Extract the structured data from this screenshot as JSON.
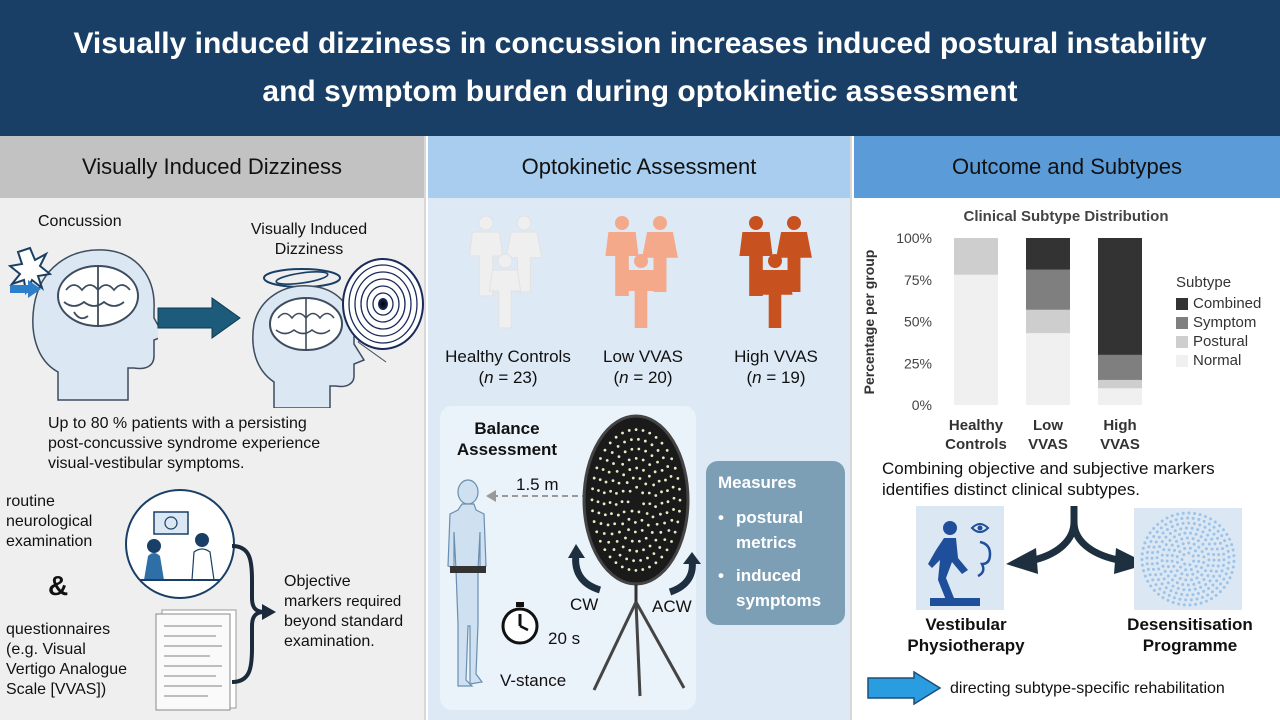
{
  "title": {
    "line1": "Visually induced dizziness in concussion increases induced postural instability",
    "line2": "and symptom burden during optokinetic assessment"
  },
  "col1": {
    "header": "Visually Induced Dizziness",
    "concussion_label": "Concussion",
    "vid_label_line1": "Visually Induced",
    "vid_label_line2": "Dizziness",
    "stat_text_line1": "Up to 80 % patients with a persisting",
    "stat_text_line2": "post-concussive syndrome experience",
    "stat_text_line3": "visual-vestibular symptoms.",
    "exam_line1": "routine",
    "exam_line2": "neurological",
    "exam_line3": "examination",
    "ampersand": "&",
    "quest_line1": "questionnaires",
    "quest_line2": "(e.g. Visual",
    "quest_line3": "Vertigo Analogue",
    "quest_line4": "Scale [VVAS])",
    "objective_line1": "Objective",
    "objective_line2a": "markers ",
    "objective_line2b": "required",
    "objective_line3": "beyond standard",
    "objective_line4": "examination."
  },
  "col2": {
    "header": "Optokinetic Assessment",
    "groups": [
      {
        "label": "Healthy Controls",
        "n_prefix": "(",
        "n_italic": "n",
        "n_suffix": " = 23)"
      },
      {
        "label": "Low VVAS",
        "n_prefix": "(",
        "n_italic": "n",
        "n_suffix": " = 20)"
      },
      {
        "label": "High VVAS",
        "n_prefix": "(",
        "n_italic": "n",
        "n_suffix": " = 19)"
      }
    ],
    "group_colors": [
      "#efefef",
      "#f3a98a",
      "#c8521f"
    ],
    "balance_line1": "Balance",
    "balance_line2": "Assessment",
    "distance": "1.5 m",
    "cw": "CW",
    "acw": "ACW",
    "time": "20 s",
    "stance": "V-stance",
    "measures_title": "Measures",
    "measures": [
      {
        "line1": "postural",
        "line2": "metrics"
      },
      {
        "line1": "induced",
        "line2": "symptoms"
      }
    ]
  },
  "col3": {
    "header": "Outcome and Subtypes",
    "combine_line1": "Combining objective and subjective markers",
    "combine_line2": "identifies distinct clinical subtypes.",
    "physio_line1": "Vestibular",
    "physio_line2": "Physiotherapy",
    "desens_line1": "Desensitisation",
    "desens_line2": "Programme",
    "directing": "directing subtype-specific rehabilitation"
  },
  "chart_data": {
    "type": "bar",
    "stacked": true,
    "title": "Clinical Subtype Distribution",
    "ylabel": "Percentage per group",
    "xlabel": "",
    "categories": [
      [
        "Healthy",
        "Controls"
      ],
      [
        "Low",
        "VVAS"
      ],
      [
        "High",
        "VVAS"
      ]
    ],
    "ylim": [
      0,
      100
    ],
    "yticks": [
      "0%",
      "25%",
      "50%",
      "75%",
      "100%"
    ],
    "legend_title": "Subtype",
    "legend_position": "right",
    "series": [
      {
        "name": "Normal",
        "color": "#f0f0f0",
        "values": [
          78,
          43,
          10
        ]
      },
      {
        "name": "Postural",
        "color": "#cecece",
        "values": [
          22,
          14,
          5
        ]
      },
      {
        "name": "Symptom",
        "color": "#7f7f7f",
        "values": [
          0,
          24,
          15
        ]
      },
      {
        "name": "Combined",
        "color": "#333333",
        "values": [
          0,
          19,
          70
        ]
      }
    ],
    "legend_order": [
      "Combined",
      "Symptom",
      "Postural",
      "Normal"
    ]
  }
}
